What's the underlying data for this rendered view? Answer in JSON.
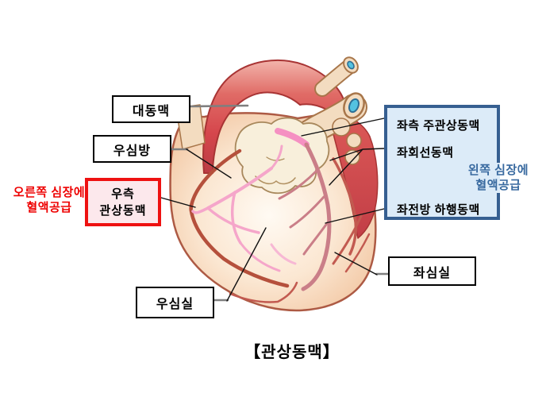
{
  "title": "【관상동맥】",
  "labels": {
    "aorta": "대동맥",
    "right_atrium": "우심방",
    "right_ventricle": "우심실",
    "left_ventricle": "좌심실",
    "right_coronary_line1": "우측",
    "right_coronary_line2": "관상동맥",
    "left_main_coronary": "좌측 주관상동맥",
    "circumflex": "좌회선동맥",
    "lad": "좌전방 하행동맥"
  },
  "notes": {
    "right_supply_line1": "오른쪽 심장에",
    "right_supply_line2": "혈액공급",
    "left_supply_line1": "왼쪽 심장에",
    "left_supply_line2": "혈액공급"
  },
  "colors": {
    "red_box_border": "#ee1111",
    "red_box_bg": "#fce8ec",
    "red_note_text": "#ee0000",
    "blue_box_border": "#365f91",
    "blue_box_bg": "#dcebf8",
    "blue_note_text": "#38699f",
    "white_box_border": "#000000",
    "aorta_red": "#d5464c",
    "heart_peach": "#f5d3b4",
    "vessel_pink": "#f5a6ca",
    "vessel_dark_red": "#b5503c",
    "cut_vessel_blue": "#54c2e0",
    "leader_gray": "#7f7f7f",
    "leader_black": "#111111"
  }
}
